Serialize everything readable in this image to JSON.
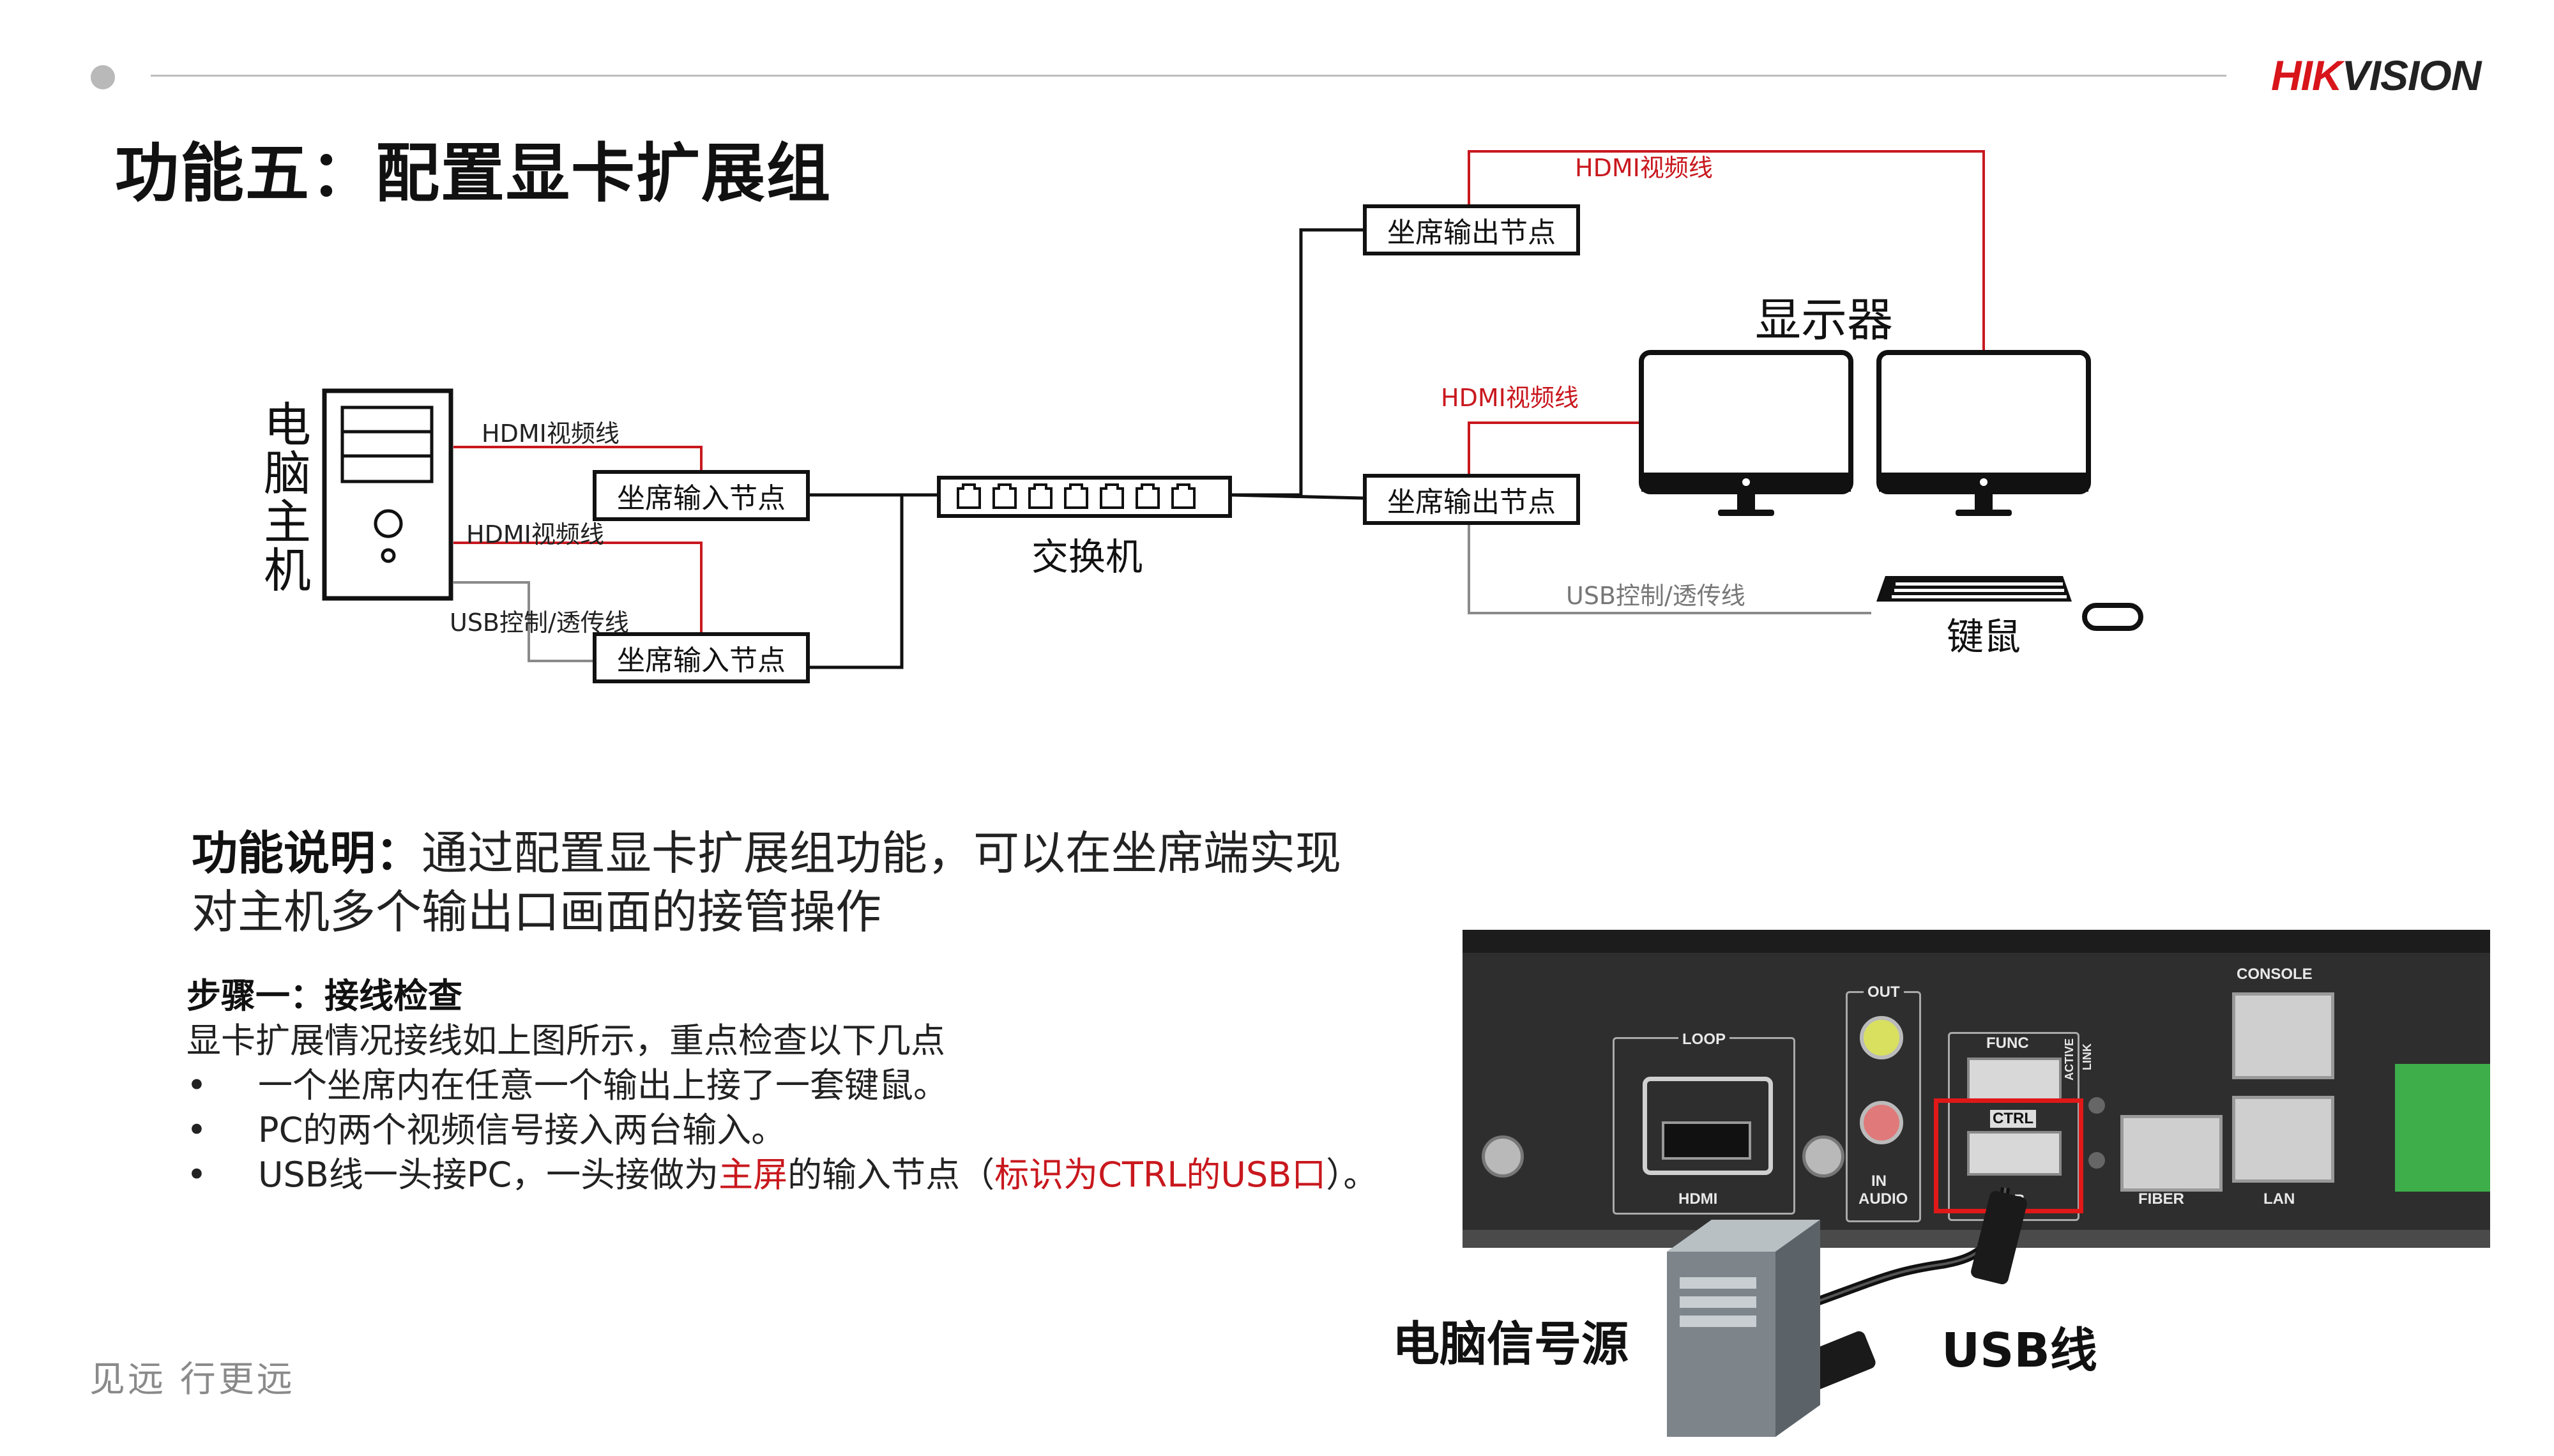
{
  "page": {
    "title": "功能五：配置显卡扩展组",
    "slogan": "见远 行更远",
    "logo": {
      "red_part": "HIK",
      "dark_part": "VISION"
    }
  },
  "diagram": {
    "pc_label": [
      "电",
      "脑",
      "主",
      "机"
    ],
    "switch_label": "交换机",
    "monitor_label": "显示器",
    "keyboard_label": "键鼠",
    "nodes": {
      "input_1": "坐席输入节点",
      "input_2": "坐席输入节点",
      "output_1": "坐席输出节点",
      "output_2": "坐席输出节点"
    },
    "cables": {
      "hdmi_pc_1": "HDMI视频线",
      "hdmi_pc_2": "HDMI视频线",
      "usb_pc": "USB控制/透传线",
      "hdmi_out_1": "HDMI视频线",
      "hdmi_out_2": "HDMI视频线",
      "usb_keyboard": "USB控制/透传线"
    },
    "colors": {
      "hdmi": "#c8181e",
      "usb": "#8a8a8a",
      "network": "#111111"
    }
  },
  "description": {
    "heading": "功能说明：",
    "text_line1": "通过配置显卡扩展组功能，可以在坐席端实现",
    "text_line2": "对主机多个输出口画面的接管操作"
  },
  "steps": {
    "heading": "步骤一：接线检查",
    "intro": "显卡扩展情况接线如上图所示，重点检查以下几点",
    "bullet_symbol": "•",
    "bullets": [
      {
        "text": "一个坐席内在任意一个输出上接了一套键鼠。"
      },
      {
        "text": "PC的两个视频信号接入两台输入。"
      },
      {
        "pre": "USB线一头接PC，一头接做为",
        "red1": "主屏",
        "mid": "的输入节点（",
        "red2": "标识为CTRL的USB口",
        "post": "）。"
      }
    ]
  },
  "photo": {
    "panel_labels": {
      "console": "CONSOLE",
      "out": "OUT",
      "in": "IN",
      "audio": "AUDIO",
      "loop": "LOOP",
      "hdmi": "HDMI",
      "func": "FUNC",
      "ctrl": "CTRL",
      "usb": "USB",
      "fiber": "FIBER",
      "lan": "LAN",
      "active": "ACTIVE",
      "link": "LINK"
    },
    "pc_caption": "电脑信号源",
    "usb_caption": "USB线",
    "highlight_color": "#e01818"
  }
}
